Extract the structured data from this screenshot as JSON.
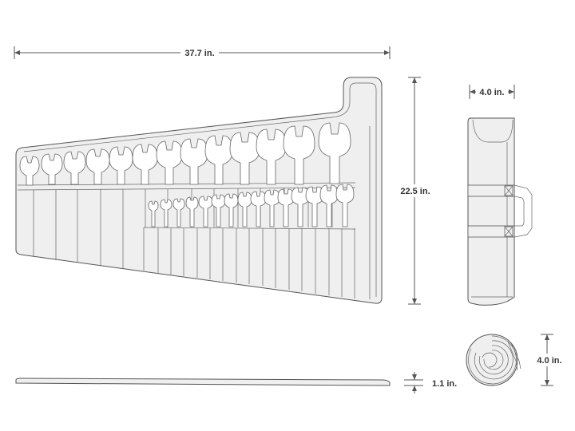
{
  "dimensions": {
    "width": "37.7 in.",
    "height": "22.5 in.",
    "folded_width": "4.0 in.",
    "rolled_diameter": "4.0 in.",
    "thickness": "1.1 in."
  },
  "colors": {
    "line": "#555555",
    "fill": "#efefef",
    "text": "#333333"
  }
}
